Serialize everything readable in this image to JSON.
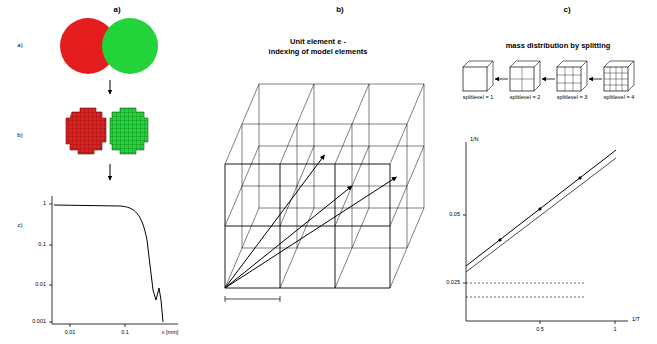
{
  "diagram": {
    "nodes": [
      {
        "text": [
          "splitlevel = 1"
        ]
      },
      {
        "text": [
          "splitlevel = 2"
        ]
      },
      {
        "text": [
          "splitlevel = 3"
        ]
      },
      {
        "text": [
          "splitlevel = 4"
        ]
      }
    ],
    "edges": [
      {
        "from": 1,
        "to": 0,
        "arrow": "to"
      },
      {
        "from": 2,
        "to": 1,
        "arrow": "to"
      },
      {
        "from": 3,
        "to": 2,
        "arrow": "to"
      }
    ],
    "labels": [
      "a)",
      "b)",
      "c)",
      "Unit element e -",
      "indexing of model elements",
      "mass distribution by splitting",
      "a)",
      "b)",
      "c)",
      "1",
      "0.1",
      "0.01",
      "0.001",
      "0.01",
      "0.1",
      "x [mm]",
      "1/N",
      "0.05",
      "0.025",
      "0.5",
      "1",
      "1/T"
    ]
  }
}
